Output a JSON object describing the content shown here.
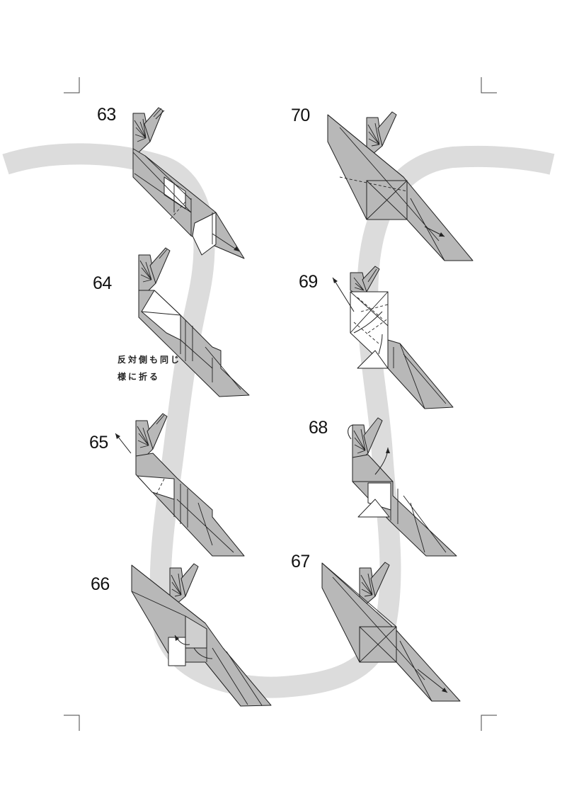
{
  "steps": [
    {
      "id": "63",
      "label": "63"
    },
    {
      "id": "64",
      "label": "64"
    },
    {
      "id": "65",
      "label": "65"
    },
    {
      "id": "66",
      "label": "66"
    },
    {
      "id": "67",
      "label": "67"
    },
    {
      "id": "68",
      "label": "68"
    },
    {
      "id": "69",
      "label": "69"
    },
    {
      "id": "70",
      "label": "70"
    }
  ],
  "note_step64": {
    "line1": "反対側も同じ",
    "line2": "様に折る"
  },
  "colors": {
    "path_band": "#dcdcdc",
    "paper": "#b8b8b8",
    "line": "#222222"
  }
}
